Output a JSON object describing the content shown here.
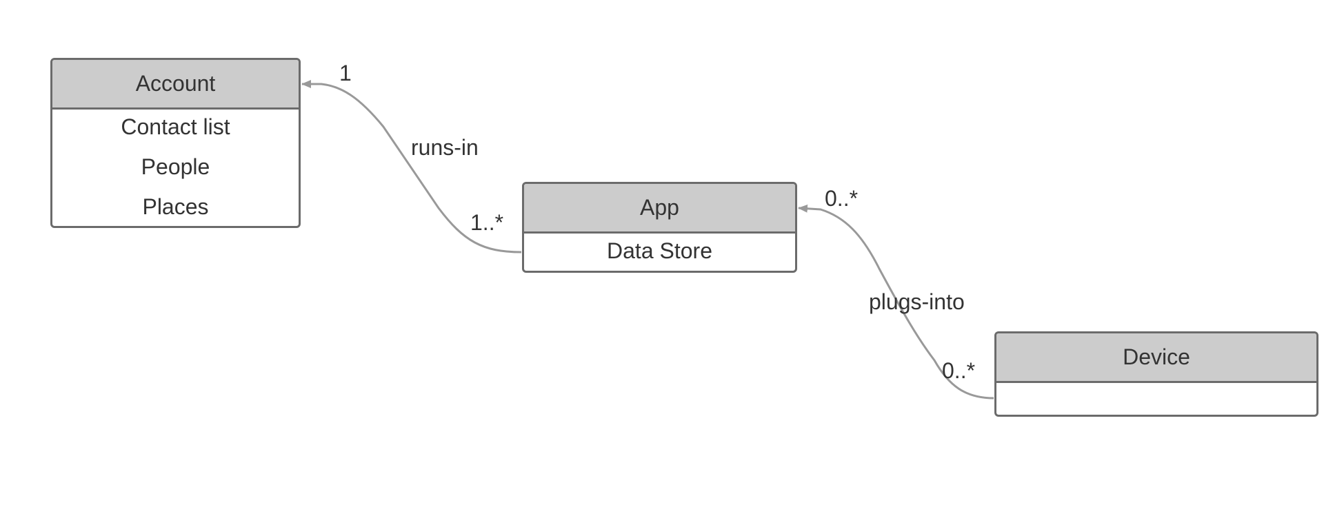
{
  "classes": {
    "account": {
      "name": "Account",
      "attributes": [
        "Contact list",
        "People",
        "Places"
      ]
    },
    "app": {
      "name": "App",
      "attributes": [
        "Data Store"
      ]
    },
    "device": {
      "name": "Device",
      "attributes": []
    }
  },
  "associations": {
    "runs_in": {
      "name": "runs-in",
      "multiplicity_account": "1",
      "multiplicity_app": "1..*"
    },
    "plugs_into": {
      "name": "plugs-into",
      "multiplicity_app": "0..*",
      "multiplicity_device": "0..*"
    }
  },
  "colors": {
    "header_fill": "#cccccc",
    "border": "#6b6b6b",
    "connector": "#999999",
    "text": "#333333"
  }
}
